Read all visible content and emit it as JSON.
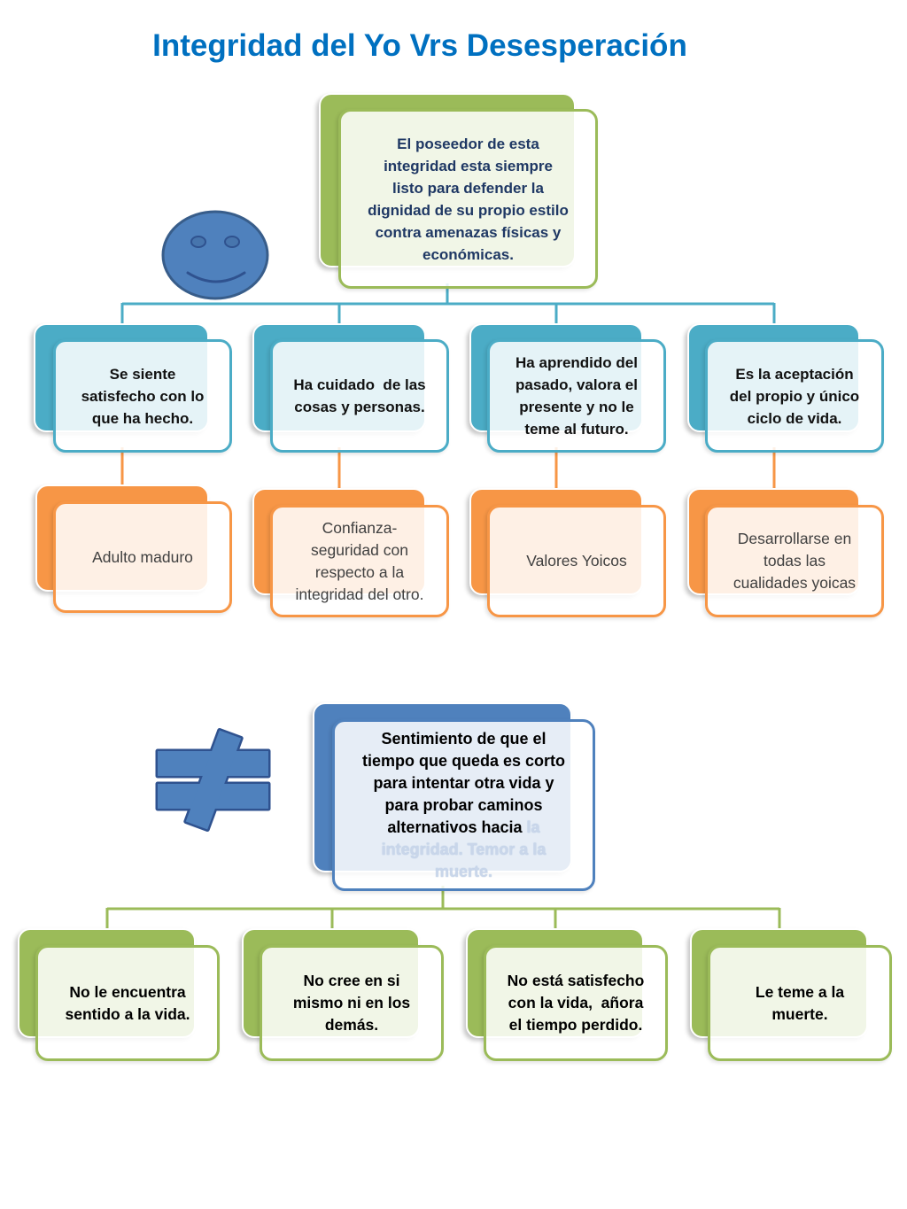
{
  "title": "Integridad del Yo Vrs Desesperación",
  "colors": {
    "title": "#0070C0",
    "green": "#9BBB59",
    "teal": "#4BACC6",
    "orange": "#F79646",
    "blue": "#4F81BD",
    "root_text": "#1F3864",
    "icon_outline": "#2F528F"
  },
  "integrity": {
    "icon": "smiley-face-icon",
    "root": "El poseedor de esta\nintegridad esta siempre\nlisto para defender la\ndignidad de su propio estilo\ncontra amenazas físicas y\neconómicas.",
    "branches": [
      {
        "trait": "Se siente\nsatisfecho con lo\nque ha hecho.",
        "result": "Adulto maduro"
      },
      {
        "trait": "Ha cuidado  de las\ncosas y personas.",
        "result": "Confianza-\nseguridad con\nrespecto a la\nintegridad del otro."
      },
      {
        "trait": "Ha aprendido del\npasado, valora el\npresente y no le\nteme al futuro.",
        "result": "Valores Yoicos"
      },
      {
        "trait": "Es la aceptación\ndel propio y único\nciclo de vida.",
        "result": "Desarrollarse en\ntodas las\ncualidades yoicas"
      }
    ]
  },
  "despair": {
    "icon": "not-equal-icon",
    "root": "Sentimiento de que el\ntiempo que queda es corto\npara intentar otra vida y\npara probar caminos\nalternativos hacia",
    "root_overflow_text": "la\nintegridad. Temor a la\nmuerte.",
    "branches": [
      "No le encuentra\nsentido a la vida.",
      "No cree en si\nmismo ni en los\ndemás.",
      "No está satisfecho\ncon la vida,  añora\nel tiempo perdido.",
      "Le teme a la\nmuerte."
    ]
  }
}
